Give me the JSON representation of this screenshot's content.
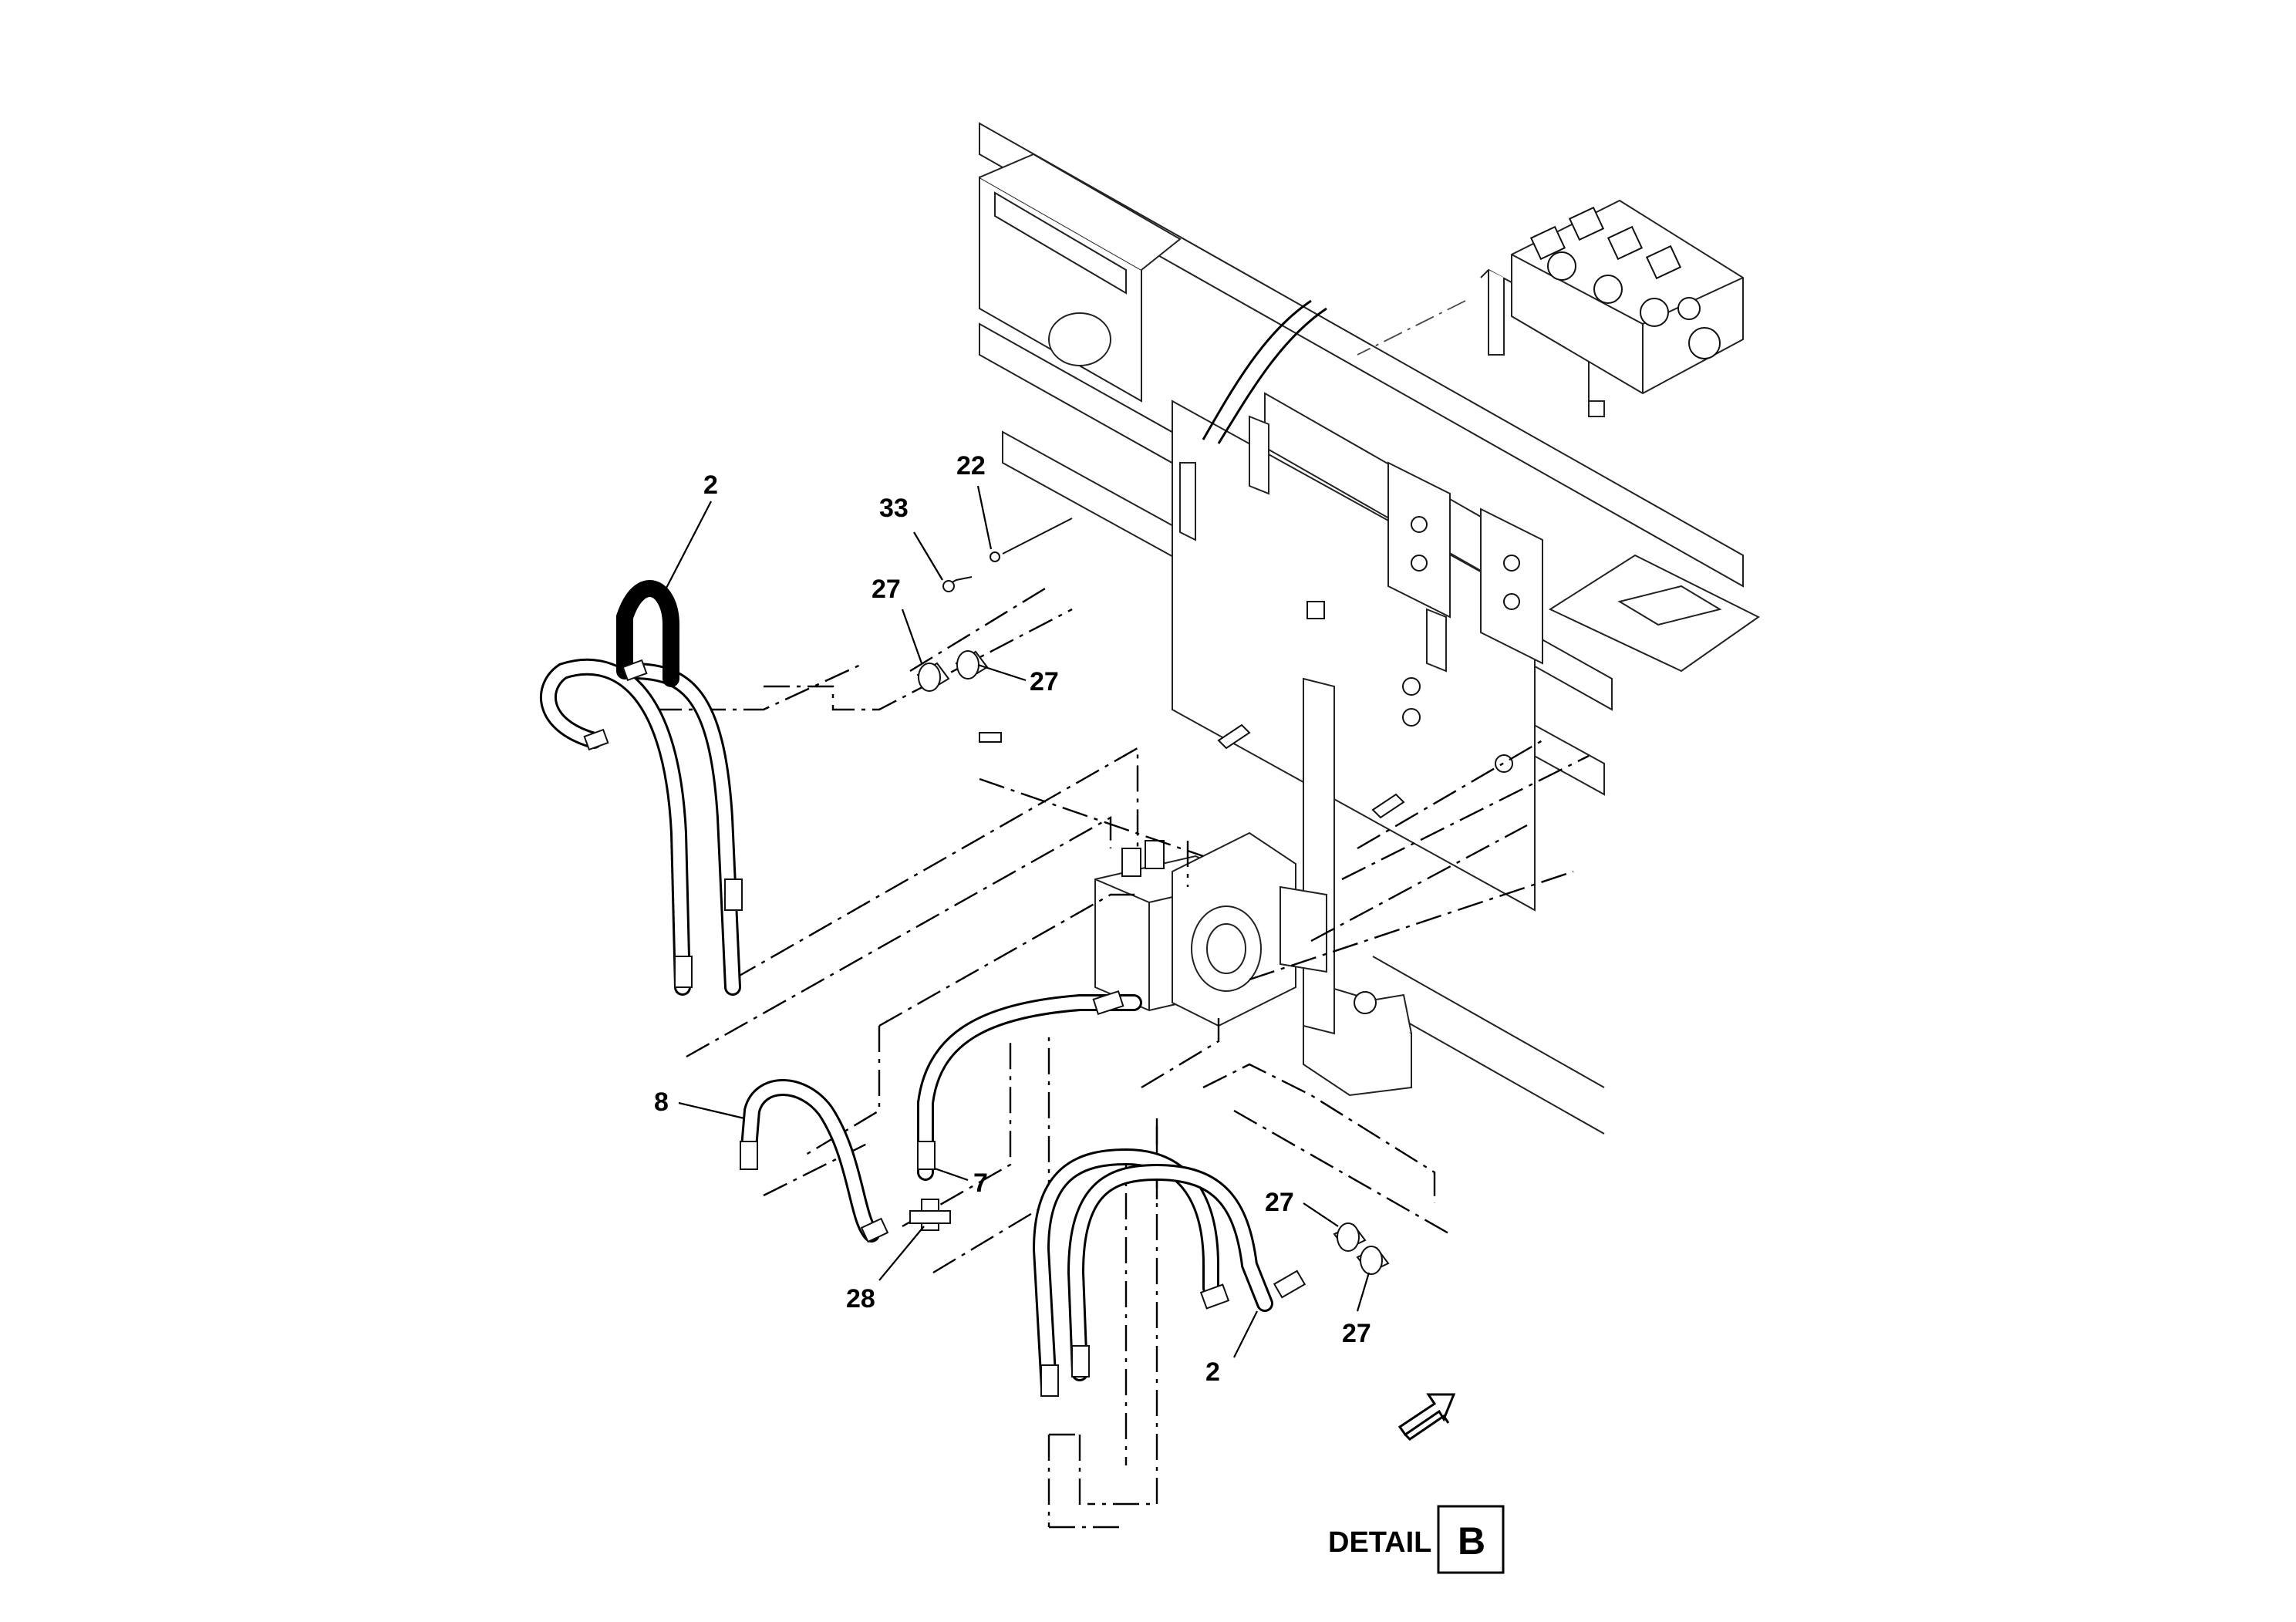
{
  "callouts": {
    "c2_top": "2",
    "c33": "33",
    "c22": "22",
    "c27_a": "27",
    "c27_b": "27",
    "c8": "8",
    "c7": "7",
    "c28": "28",
    "c27_c": "27",
    "c27_d": "27",
    "c2_bottom": "2"
  },
  "detail": {
    "label": "DETAIL",
    "letter": "B"
  },
  "icons": {
    "direction": "arrow-icon",
    "valve": "control-valve-icon"
  }
}
